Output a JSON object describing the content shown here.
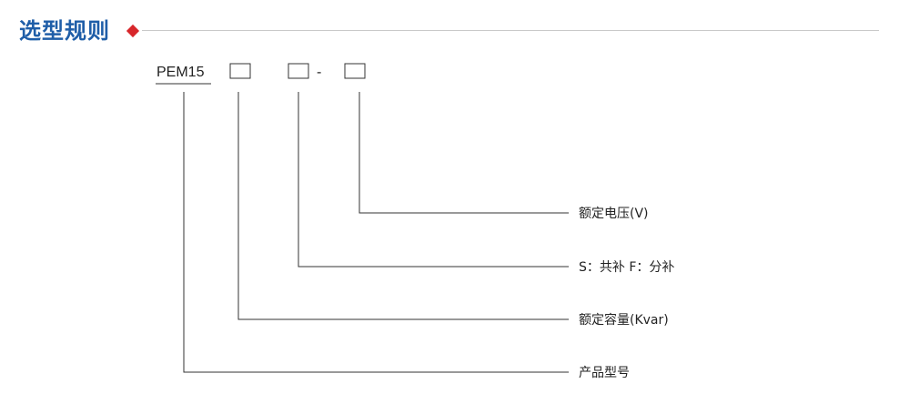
{
  "header": {
    "title": "选型规则"
  },
  "model_code": {
    "prefix": "PEM15",
    "separator": "-"
  },
  "legend": {
    "rated_voltage": "额定电压(V)",
    "compensation_type": "S：共补 F：分补",
    "rated_capacity": "额定容量(Kvar)",
    "product_model": "产品型号"
  },
  "colors": {
    "title": "#1f5ea8",
    "diamond": "#d7262a",
    "lines": "#333333"
  }
}
